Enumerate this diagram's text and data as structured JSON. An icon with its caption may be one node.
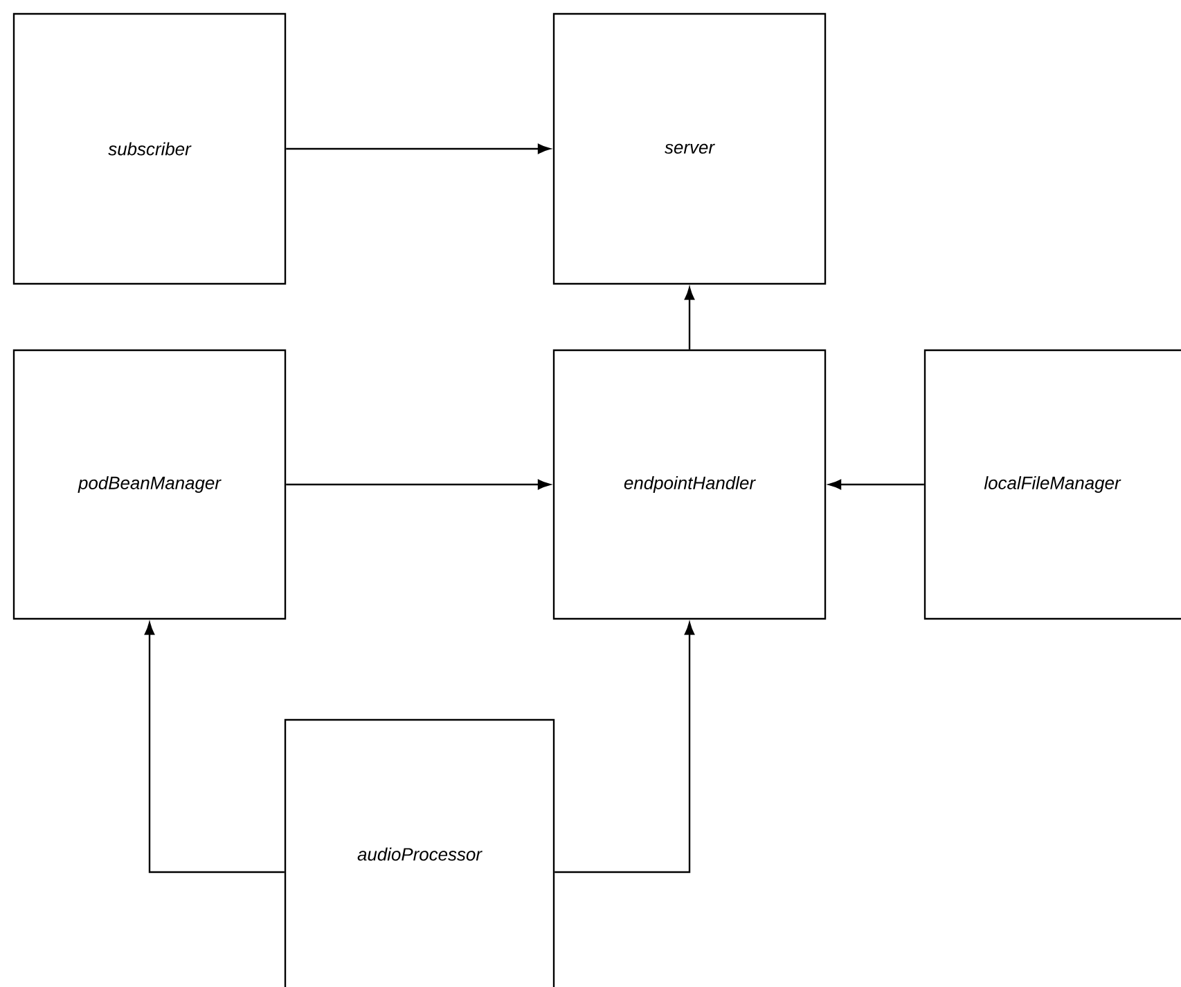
{
  "diagram": {
    "nodes": [
      {
        "text": [
          "subscriber"
        ]
      },
      {
        "text": [
          "server"
        ]
      },
      {
        "text": [
          "podBeanManager"
        ]
      },
      {
        "text": [
          "endpointHandler"
        ]
      },
      {
        "text": [
          "localFileManager"
        ]
      },
      {
        "text": [
          "audioProcessor"
        ]
      }
    ],
    "edges": [
      {
        "from": 0,
        "to": 1,
        "arrow": "to"
      },
      {
        "from": 3,
        "to": 1,
        "arrow": "to"
      },
      {
        "from": 2,
        "to": 3,
        "arrow": "to"
      },
      {
        "from": 4,
        "to": 3,
        "arrow": "to"
      },
      {
        "from": 5,
        "to": 2,
        "arrow": "to"
      },
      {
        "from": 5,
        "to": 3,
        "arrow": "to"
      }
    ]
  }
}
